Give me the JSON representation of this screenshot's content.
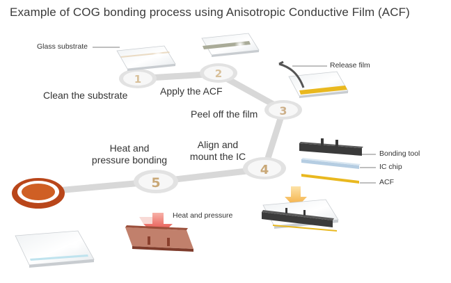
{
  "title": "Example of COG bonding process using Anisotropic Conductive Film (ACF)",
  "steps": [
    {
      "number": "1",
      "label": "Clean the substrate"
    },
    {
      "number": "2",
      "label": "Apply the ACF"
    },
    {
      "number": "3",
      "label": "Peel off the film"
    },
    {
      "number": "4",
      "label_line1": "Align and",
      "label_line2": "mount the IC"
    },
    {
      "number": "5",
      "label_line1": "Heat and",
      "label_line2": "pressure bonding"
    }
  ],
  "callouts": {
    "glass_substrate": "Glass substrate",
    "release_film": "Release film",
    "bonding_tool": "Bonding tool",
    "ic_chip": "IC chip",
    "acf": "ACF",
    "heat_and_pressure": "Heat and pressure"
  },
  "colors": {
    "path": "#d6d6d6",
    "number_gold": "#c9a877",
    "acf_yellow": "#e9b81f",
    "bonding_tool": "#3a3a3a",
    "finished_marker": "#c4551a",
    "heat_arrow_red": "#e0302a",
    "align_arrow_orange": "#f2a531"
  }
}
